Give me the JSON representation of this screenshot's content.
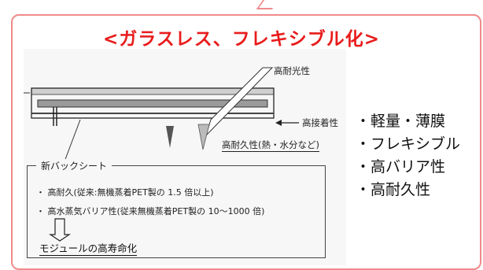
{
  "title": "<ガラスレス、フレキシブル化>",
  "diagram": {
    "label_light": "高耐光性",
    "label_adhesion": "高接着性",
    "label_durability": "高耐久性(熱・水分など)"
  },
  "backsheet": {
    "title": "新バックシート",
    "items": [
      "・ 高耐久(従来:無機蒸着PET製の 1.5 倍以上)",
      "・ 高水蒸気バリア性(従来無機蒸着PET製の 10〜1000 倍)"
    ],
    "result": "モジュールの高寿命化"
  },
  "features": [
    "・軽量・薄膜",
    "・フレキシブル",
    "・高バリア性",
    "・高耐久性"
  ],
  "colors": {
    "title": "#e81c1c",
    "frame": "#f08a8a"
  }
}
